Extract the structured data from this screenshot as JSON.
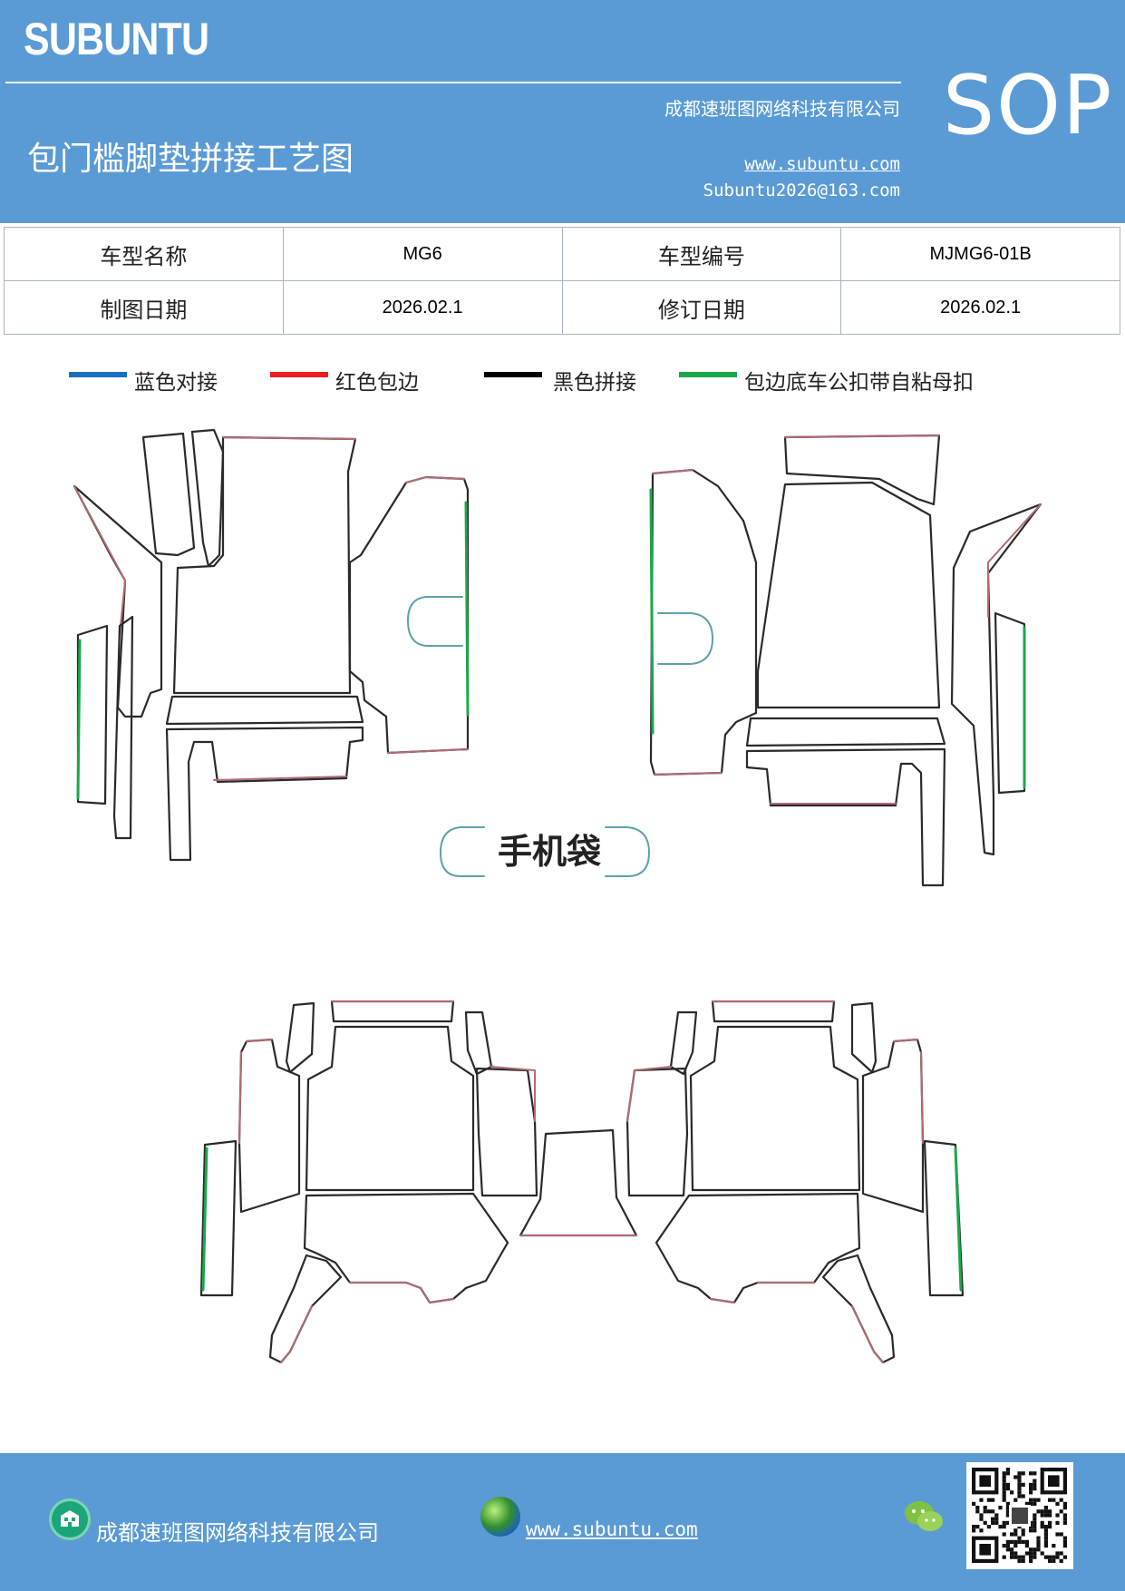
{
  "header": {
    "logo": "SUBUNTU",
    "company": "成都速班图网络科技有限公司",
    "title": "包门槛脚垫拼接工艺图",
    "website": "www.subuntu.com",
    "email": "Subuntu2026@163.com",
    "badge": "SOP"
  },
  "info_table": {
    "rows": [
      {
        "label1": "车型名称",
        "value1": "MG6",
        "label2": "车型编号",
        "value2": "MJMG6-01B"
      },
      {
        "label1": "制图日期",
        "value1": "2026.02.1",
        "label2": "修订日期",
        "value2": "2026.02.1"
      }
    ]
  },
  "legend": [
    {
      "label": "蓝色对接",
      "color": "#1a6fbf"
    },
    {
      "label": "红色包边",
      "color": "#ee1c24"
    },
    {
      "label": "黑色拼接",
      "color": "#000000"
    },
    {
      "label": "包边底车公扣带自粘母扣",
      "color": "#1aa84a"
    }
  ],
  "drawing": {
    "phone_pocket_label": "手机袋",
    "line_colors": {
      "outline": "#b26b72",
      "seam": "#2a2a2a",
      "velcro": "#1aa84a",
      "pocket": "#5ba3a8"
    }
  },
  "footer": {
    "company": "成都速班图网络科技有限公司",
    "website": "www.subuntu.com",
    "icons": [
      "building-icon",
      "globe-icon",
      "wechat-icon",
      "qr-code"
    ]
  }
}
